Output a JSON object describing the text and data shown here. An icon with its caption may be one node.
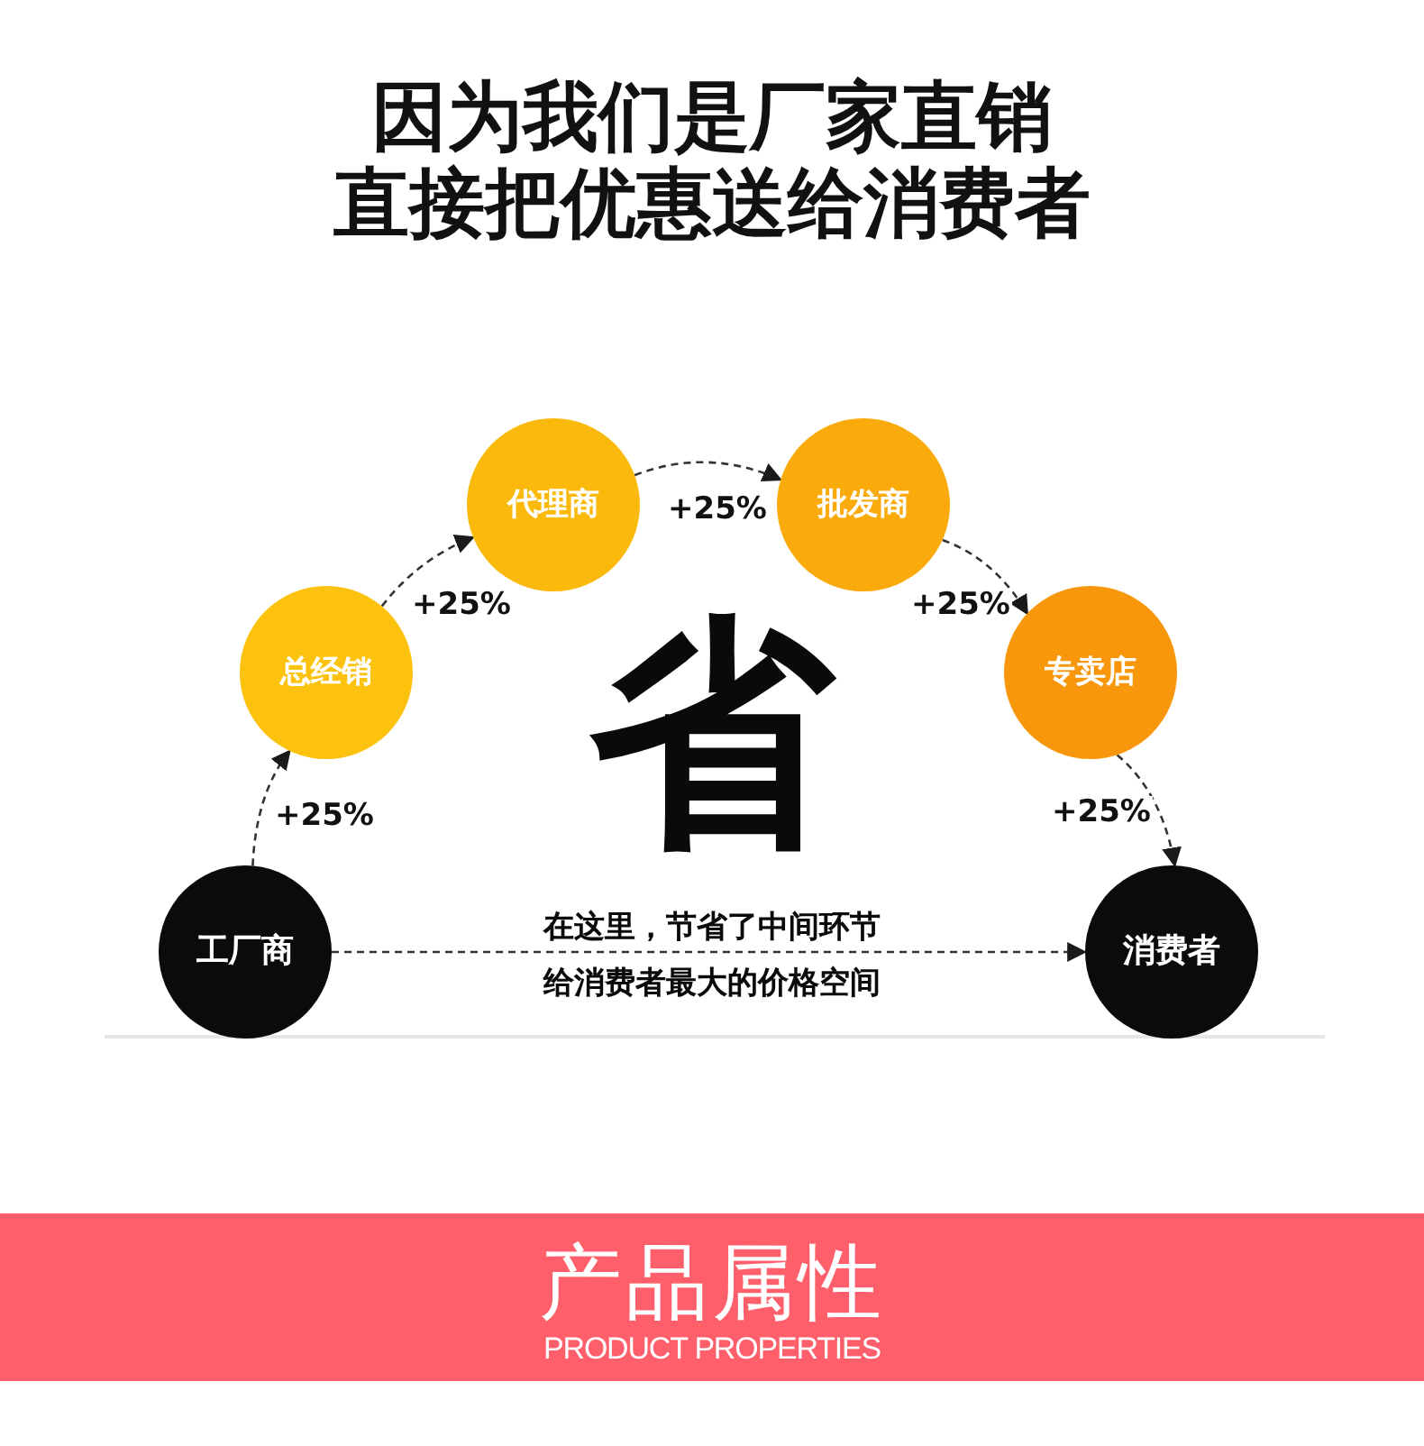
{
  "diagram": {
    "title": "因为我们是厂家直销直接把优惠送给消费者",
    "nodes": [
      {
        "text": [
          "工厂商"
        ]
      },
      {
        "text": [
          "总经销"
        ]
      },
      {
        "text": [
          "代理商"
        ]
      },
      {
        "text": [
          "批发商"
        ]
      },
      {
        "text": [
          "专卖店"
        ]
      },
      {
        "text": [
          "消费者"
        ]
      },
      {
        "text": [
          "产品属性",
          "PRODUCT PROPERTIES"
        ]
      }
    ],
    "edges": [
      {
        "from": 0,
        "to": 1,
        "arrow": "to",
        "label": "+25%",
        "style": "dashed"
      },
      {
        "from": 1,
        "to": 2,
        "arrow": "to",
        "label": "+25%",
        "style": "dashed"
      },
      {
        "from": 2,
        "to": 3,
        "arrow": "to",
        "label": "+25%",
        "style": "dashed"
      },
      {
        "from": 3,
        "to": 4,
        "arrow": "to",
        "label": "+25%",
        "style": "dashed"
      },
      {
        "from": 4,
        "to": 5,
        "arrow": "to",
        "label": "+25%",
        "style": "dashed"
      },
      {
        "from": 0,
        "to": 5,
        "arrow": "to",
        "style": "dashed"
      }
    ],
    "labels": [
      "省",
      "在这里，节省了中间环节",
      "给消费者最大的价格空间"
    ]
  }
}
